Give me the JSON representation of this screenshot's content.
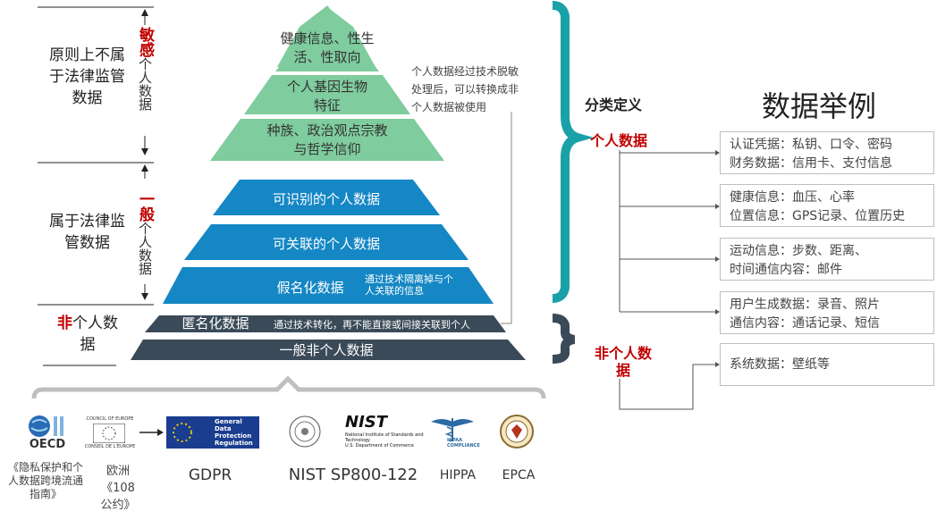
{
  "left_categories": {
    "sensitive_block": "原则上不属于法律监管数据",
    "general_block": "属于法律监管数据",
    "non_block_accent": "非",
    "non_block_rest": "个人数据"
  },
  "vertical_labels": {
    "sensitive_accent": "敏感",
    "sensitive_rest": "个人数据",
    "general_accent": "一般",
    "general_rest": "个人数据"
  },
  "pyramid": {
    "tier1": "健康信息、性生活、性取向",
    "tier2": "个人基因生物特征",
    "tier3": "种族、政治观点宗教与哲学信仰",
    "tier4": "可识别的个人数据",
    "tier5": "可关联的个人数据",
    "tier6_main": "假名化数据",
    "tier6_note": "通过技术隔离掉与个人关联的信息",
    "tier7_main": "匿名化数据",
    "tier7_note": "通过技术转化，再不能直接或间接关联到个人",
    "tier8": "一般非个人数据"
  },
  "desensitize_note": "个人数据经过技术脱敏处理后，可以转换成非个人数据被使用",
  "classification": {
    "heading": "分类定义",
    "personal": "个人数据",
    "non_personal": "非个人数据"
  },
  "examples": {
    "heading": "数据举例",
    "items": [
      "认证凭据：私钥、口令、密码",
      "财务数据：信用卡、支付信息",
      "健康信息：血压、心率",
      "位置信息：GPS记录、位置历史",
      "运动信息：步数、距离、",
      "时间通信内容：邮件",
      "用户生成数据：录音、照片",
      "通信内容：通话记录、短信",
      "系统数据：壁纸等"
    ]
  },
  "regulations": {
    "oecd_logo": "OECD",
    "oecd_caption": "《隐私保护和个人数据跨境流通指南》",
    "coe_logo_top": "COUNCIL OF EUROPE",
    "coe_logo_bottom": "CONSEIL DE L'EUROPE",
    "coe_caption": "欧洲《108公约》",
    "gdpr_logo": "General Data Protection Regulation",
    "gdpr_caption": "GDPR",
    "nist_logo": "NIST",
    "nist_logo_sub": "National Institute of Standards and Technology",
    "nist_logo_sub2": "U.S. Department of Commerce",
    "nist_caption": "NIST SP800-122",
    "hipaa_logo": "HIPAA COMPLIANCE",
    "hipaa_caption": "HIPPA",
    "epca_caption": "EPCA"
  },
  "colors": {
    "green": "#7fcc9e",
    "blue": "#1487c4",
    "dark": "#3a4a58",
    "accent_red": "#c00000",
    "teal_bracket": "#1aa1a8"
  }
}
